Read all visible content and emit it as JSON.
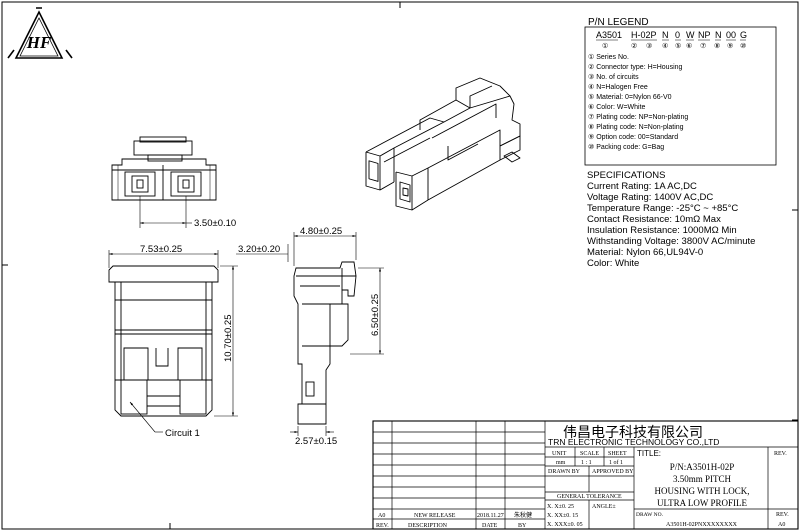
{
  "logo": {
    "text": "HF"
  },
  "legend": {
    "title": "P/N LEGEND",
    "code_parts": [
      "A3501",
      "H-02P",
      "N",
      "0",
      "W",
      "NP",
      "N",
      "00",
      "G"
    ],
    "markers": [
      "①",
      "②",
      "③",
      "④",
      "⑤",
      "⑥",
      "⑦",
      "⑧",
      "⑨",
      "⑩"
    ],
    "items": [
      "① Series No.",
      "② Connector type: H=Housing",
      "③ No. of circuits",
      "④ N=Halogen Free",
      "⑤ Material: 0=Nylon 66-V0",
      "⑥ Color: W=White",
      "⑦ Plating code: NP=Non-plating",
      "⑧ Plating code: N=Non-plating",
      "⑨ Option code: 00=Standard",
      "⑩ Packing code: G=Bag"
    ]
  },
  "specs": {
    "title": "SPECIFICATIONS",
    "items": [
      "Current Rating: 1A AC,DC",
      "Voltage Rating: 1400V AC,DC",
      "Temperature Range: -25°C ~ +85°C",
      "Contact Resistance: 10mΩ Max",
      "Insulation Resistance: 1000MΩ Min",
      "Withstanding Voltage: 3800V AC/minute",
      "Material: Nylon 66,UL94V-0",
      "Color: White"
    ]
  },
  "dimensions": {
    "top_pitch": "3.50±0.10",
    "front_width": "7.53±0.25",
    "front_height": "10.70±0.25",
    "gap": "3.20±0.20",
    "side_width": "4.80±0.25",
    "side_height": "6.50±0.25",
    "side_bottom": "2.57±0.15",
    "circuit_label": "Circuit 1"
  },
  "title_block": {
    "company_cn": "伟昌电子科技有限公司",
    "company_en": "TRN ELECTRONIC TECHNOLOGY CO.,LTD",
    "unit_header": "UNIT",
    "scale_header": "SCALE",
    "sheet_header": "SHEET",
    "unit_value": "mm",
    "scale_value": "1 : 1",
    "sheet_value": "1 of 1",
    "drawn_by": "DRAWN BY",
    "approved_by": "APPROVED BY",
    "general_tolerance": "GENERAL TOLERANCE",
    "tol_x": "X. X±0. 25",
    "tol_xx": "X. XX±0. 15",
    "tol_xxx": "X. XXX±0. 05",
    "angle": "ANGLE±",
    "title_label": "TITLE:",
    "part_number": "P/N:A3501H-02P",
    "desc_line1": "3.50mm PITCH",
    "desc_line2": "HOUSING WITH LOCK,",
    "desc_line3": "ULTRA LOW PROFILE",
    "draw_no_label": "DRAW NO.",
    "draw_no_value": "A3501H-02PNXXXXXXXX",
    "rev_label": "REV.",
    "rev_value": "A0",
    "rev_row": {
      "rev": "A0",
      "desc": "NEW RELEASE",
      "date": "2018.11.27",
      "by": "朱秋健"
    },
    "hist_rev": "REV.",
    "hist_desc": "DESCRIPTION",
    "hist_date": "DATE",
    "hist_by": "BY"
  }
}
